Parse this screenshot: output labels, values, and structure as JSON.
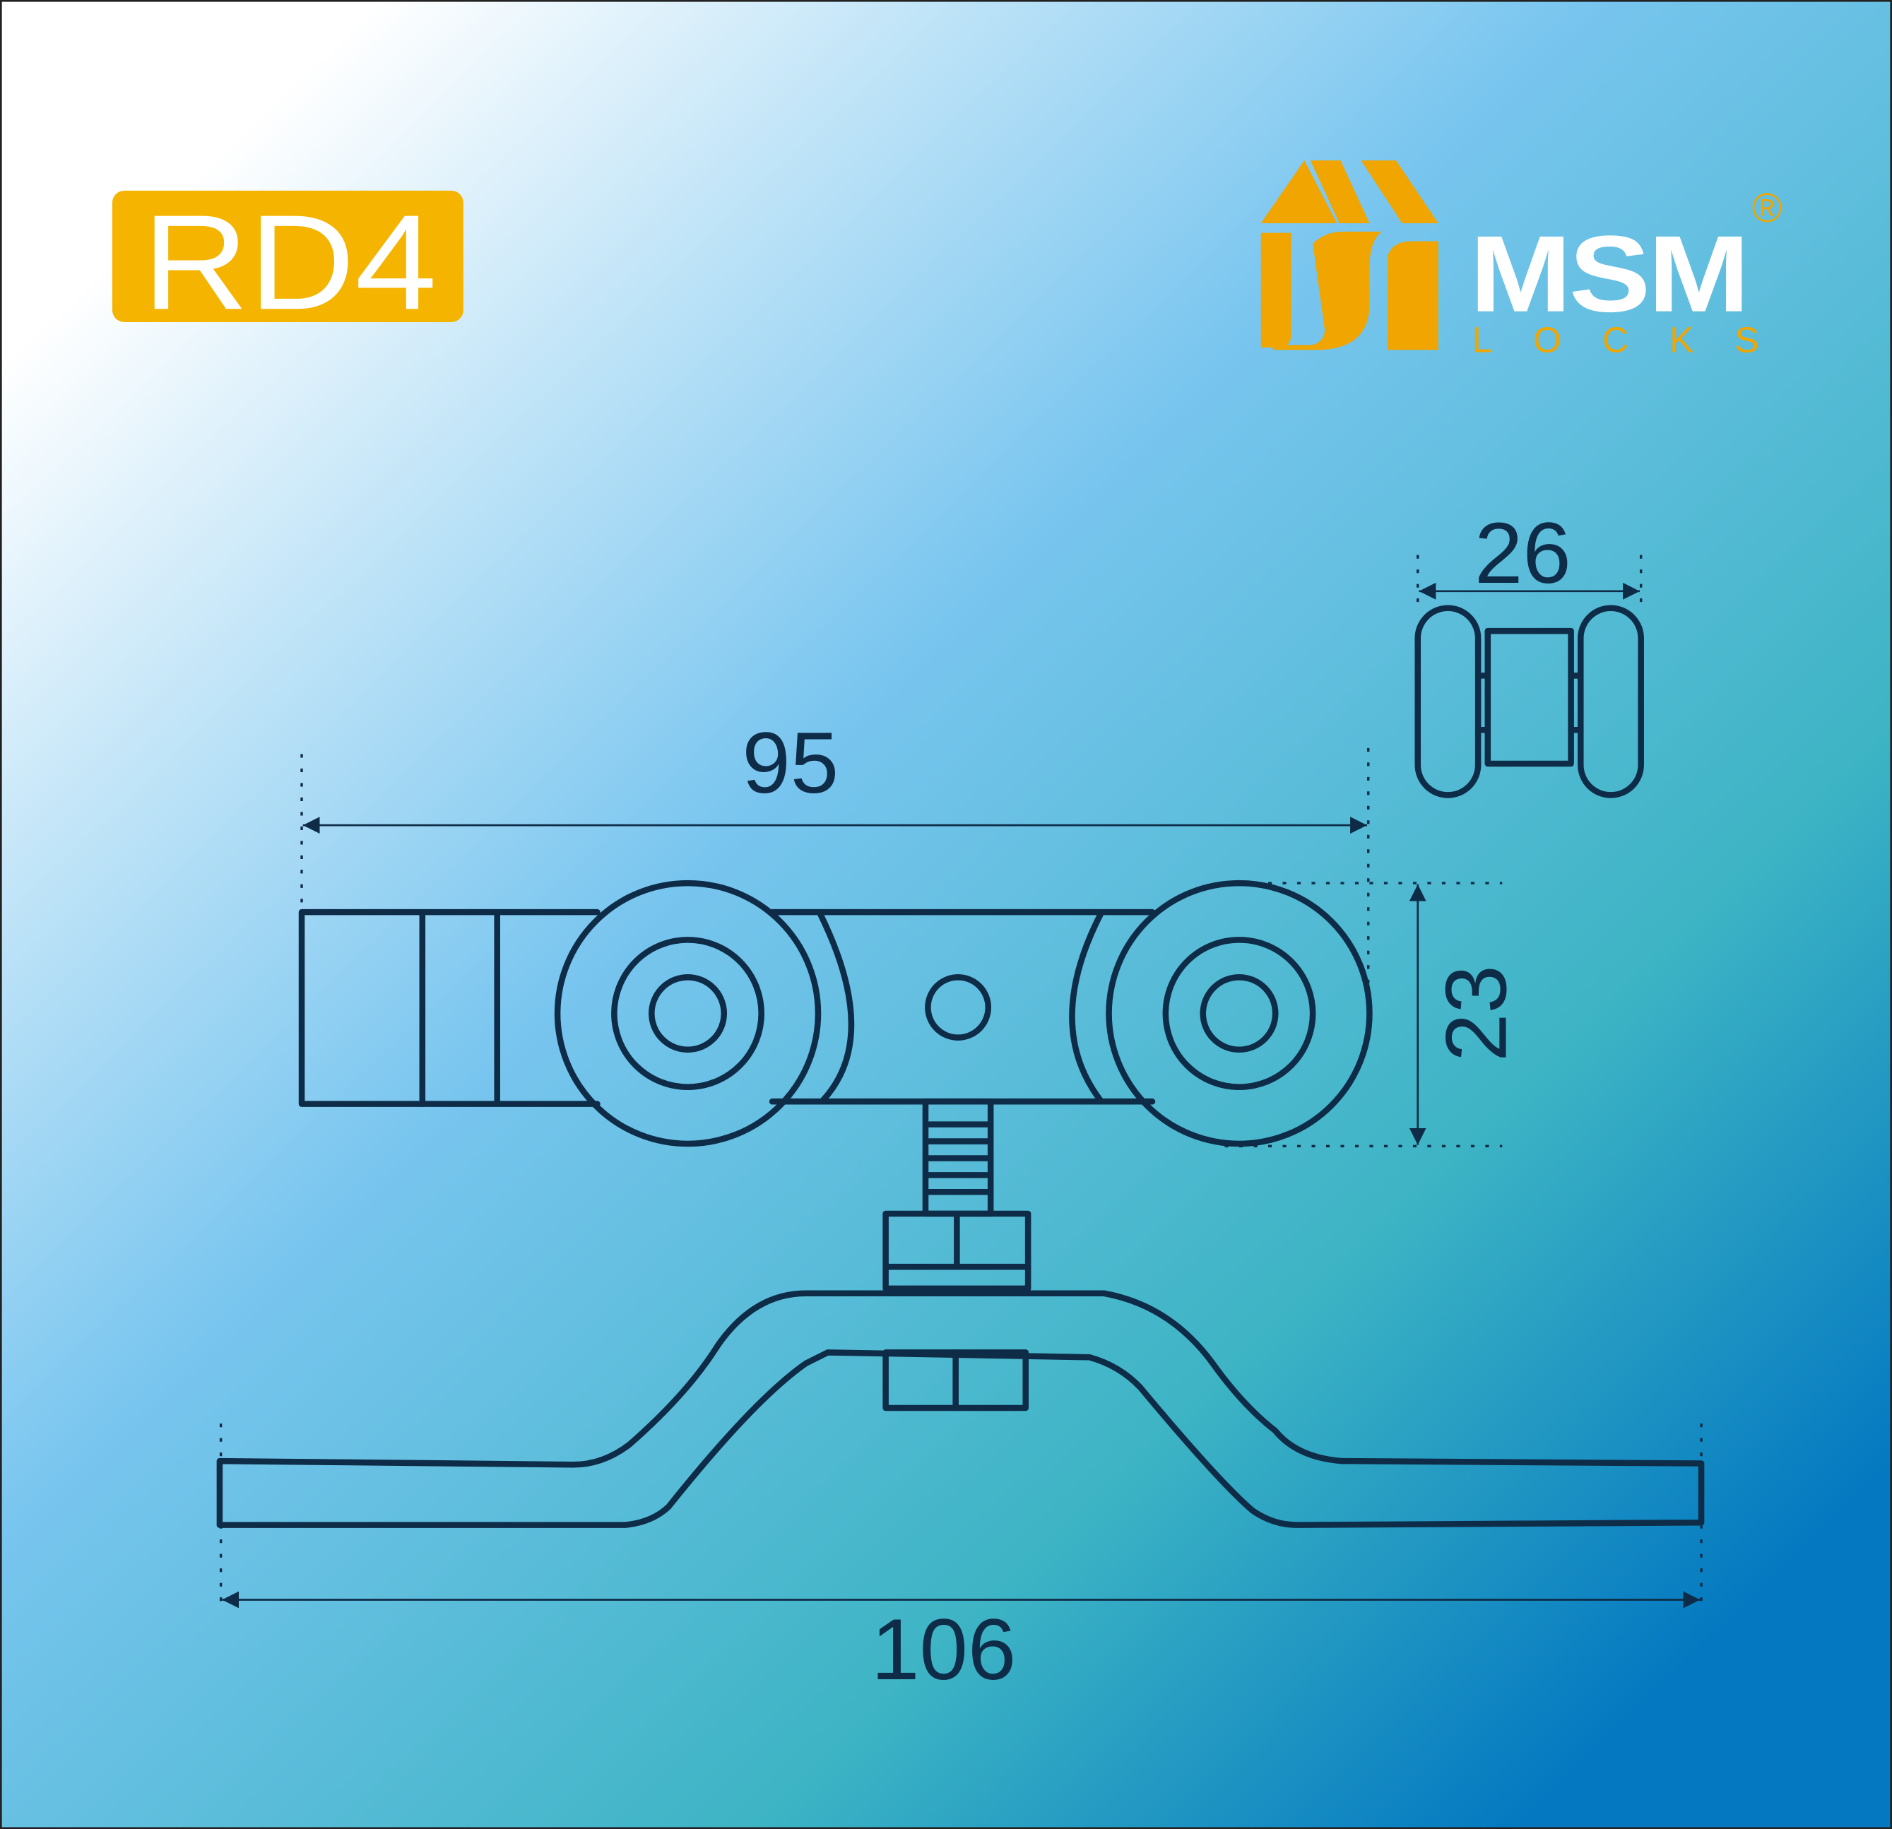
{
  "product": {
    "model": "RD4"
  },
  "logo": {
    "brand": "MSM",
    "tagline": "LOCKS",
    "registered": "®"
  },
  "dimensions": {
    "width_total": "106",
    "wheel_span": "95",
    "height": "23",
    "side_width": "26"
  },
  "colors": {
    "accent": "#f5b400",
    "logo_orange": "#f0a500",
    "line": "#0e2c47",
    "blue_dark": "#0479c1",
    "teal": "#3db4c4"
  }
}
